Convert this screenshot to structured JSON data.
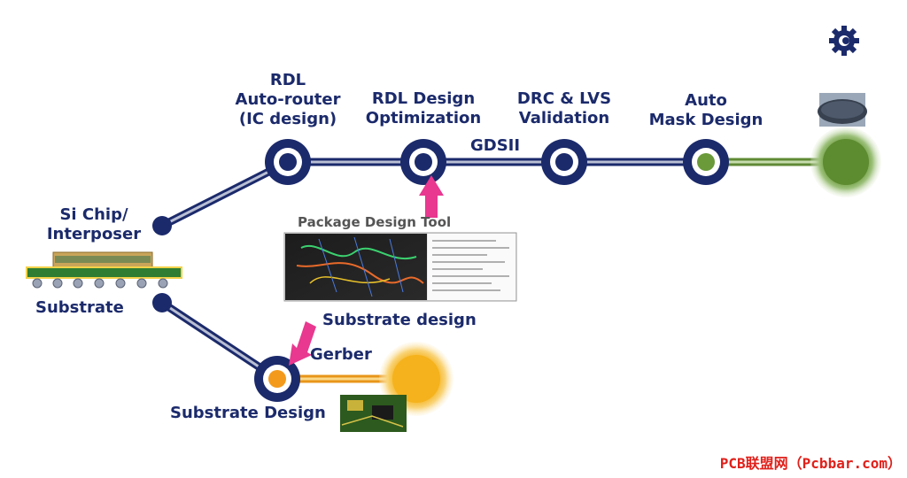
{
  "labels": {
    "rdl_autorouter": [
      "RDL",
      "Auto-router",
      "(IC design)"
    ],
    "rdl_design_opt": [
      "RDL Design",
      "Optimization"
    ],
    "drc_lvs": [
      "DRC & LVS",
      "Validation"
    ],
    "auto_mask": [
      "Auto",
      "Mask Design"
    ],
    "gdsii": "GDSII",
    "si_chip": [
      "Si Chip/",
      "Interposer"
    ],
    "substrate": "Substrate",
    "package_design_tool": "Package Design Tool",
    "substrate_design_top": "Substrate design",
    "gerber": "Gerber",
    "substrate_design_bottom": "Substrate Design"
  },
  "icons": {
    "logo": "gear-logo-icon",
    "wafer": "wafer-image",
    "pcb": "pcb-board-image",
    "screenshot": "package-tool-screenshot",
    "arrows": "pink-pointer-arrow-icon"
  },
  "colors": {
    "navy": "#1b2a6b",
    "green_node": "#6a9a3a",
    "orange_node": "#f5a31a",
    "pink_arrow": "#e8388f"
  },
  "watermark": "PCB联盟网（Pcbbar.com）"
}
